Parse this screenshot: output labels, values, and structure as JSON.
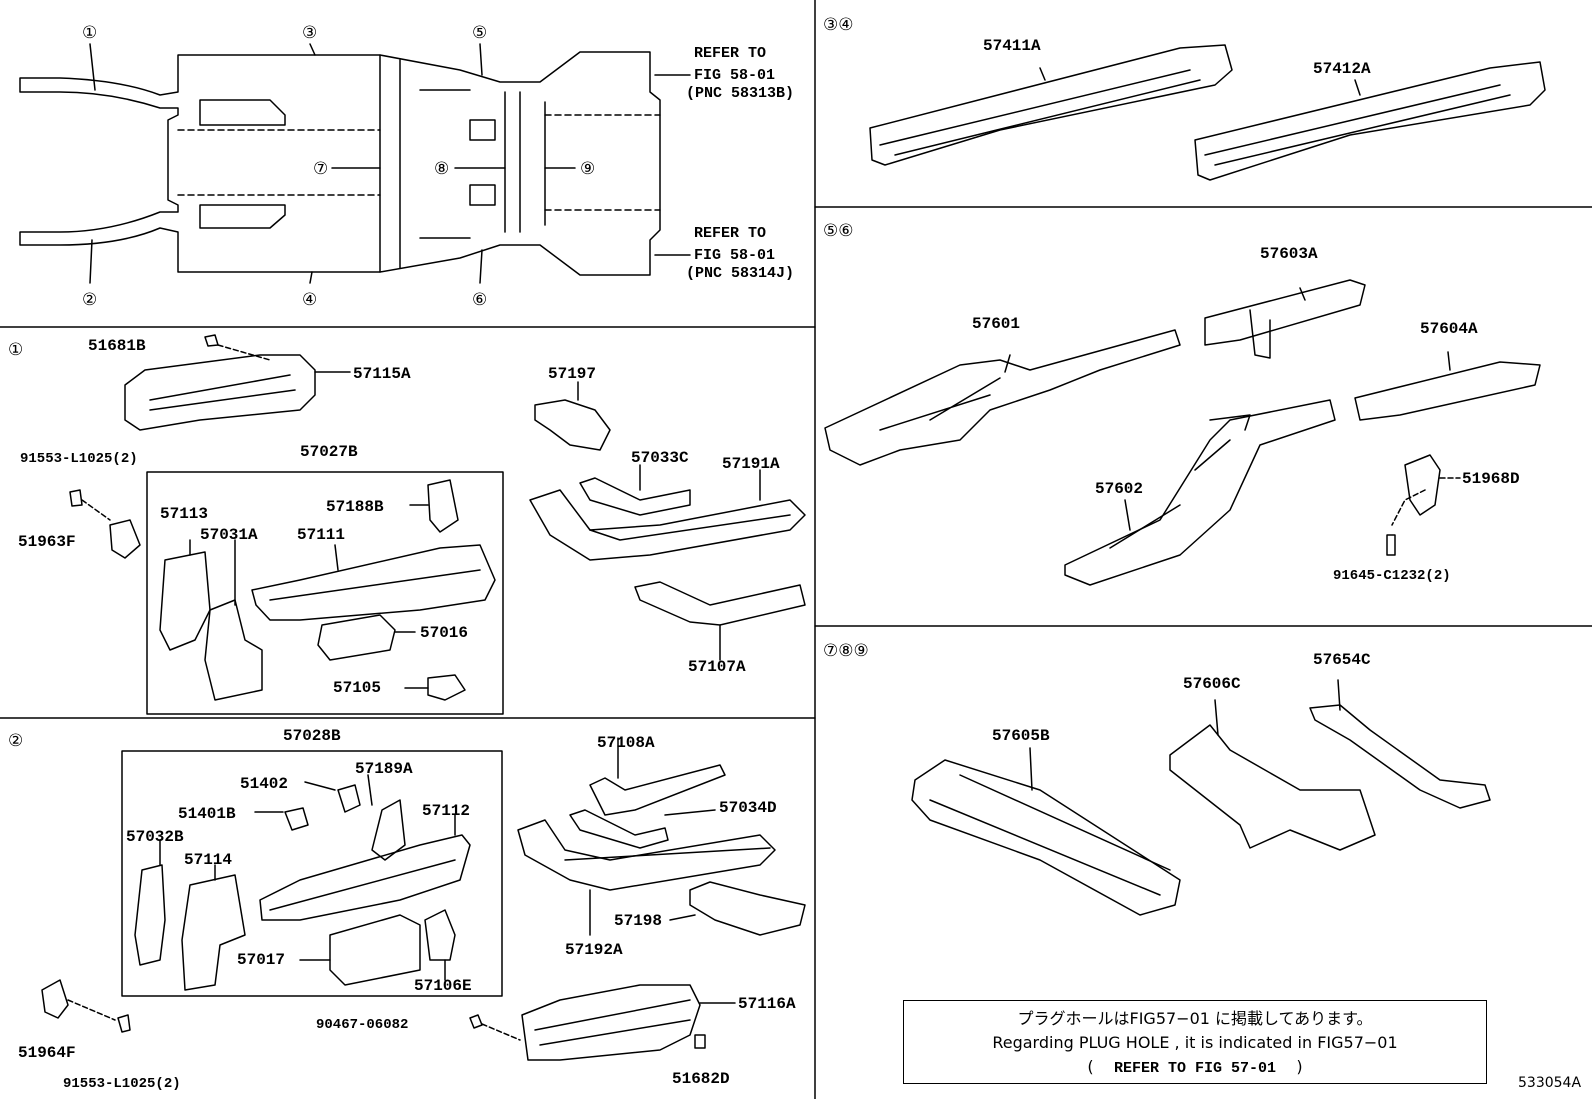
{
  "sections": {
    "s34": "③④",
    "s56": "⑤⑥",
    "s789": "⑦⑧⑨",
    "s1": "①",
    "s2": "②"
  },
  "overview": {
    "callouts": [
      "①",
      "②",
      "③",
      "④",
      "⑤",
      "⑥",
      "⑦",
      "⑧",
      "⑨"
    ],
    "refer_top": [
      "REFER TO",
      "FIG 58-01",
      "(PNC 58313B)"
    ],
    "refer_bottom": [
      "REFER TO",
      "FIG 58-01",
      "(PNC 58314J)"
    ]
  },
  "parts": {
    "p57411A": "57411A",
    "p57412A": "57412A",
    "p57603A": "57603A",
    "p57601": "57601",
    "p57604A": "57604A",
    "p57602": "57602",
    "p51968D": "51968D",
    "p91645": "91645-C1232(2)",
    "p57654C": "57654C",
    "p57606C": "57606C",
    "p57605B": "57605B",
    "p51681B": "51681B",
    "p57115A": "57115A",
    "p57197": "57197",
    "p91553a": "91553-L1025(2)",
    "p51963F": "51963F",
    "p57027B": "57027B",
    "p57188B": "57188B",
    "p57113": "57113",
    "p57031A": "57031A",
    "p57111": "57111",
    "p57033C": "57033C",
    "p57191A": "57191A",
    "p57016": "57016",
    "p57105": "57105",
    "p57107A": "57107A",
    "p57028B": "57028B",
    "p57108A": "57108A",
    "p51402": "51402",
    "p57189A": "57189A",
    "p51401B": "51401B",
    "p57112": "57112",
    "p57034D": "57034D",
    "p57032B": "57032B",
    "p57114": "57114",
    "p57198": "57198",
    "p57017": "57017",
    "p57106E": "57106E",
    "p57192A": "57192A",
    "p90467": "90467-06082",
    "p57116A": "57116A",
    "p51964F": "51964F",
    "p91553b": "91553-L1025(2)",
    "p51682D": "51682D"
  },
  "note": {
    "jp": "プラグホールはFIG57−01 に掲載してあります。",
    "en": "Regarding  PLUG HOLE , it is  indicated  in  FIG57−01",
    "ref_open": "(",
    "ref": "REFER TO FIG 57-01",
    "ref_close": ")"
  },
  "figure_id": "533054A"
}
